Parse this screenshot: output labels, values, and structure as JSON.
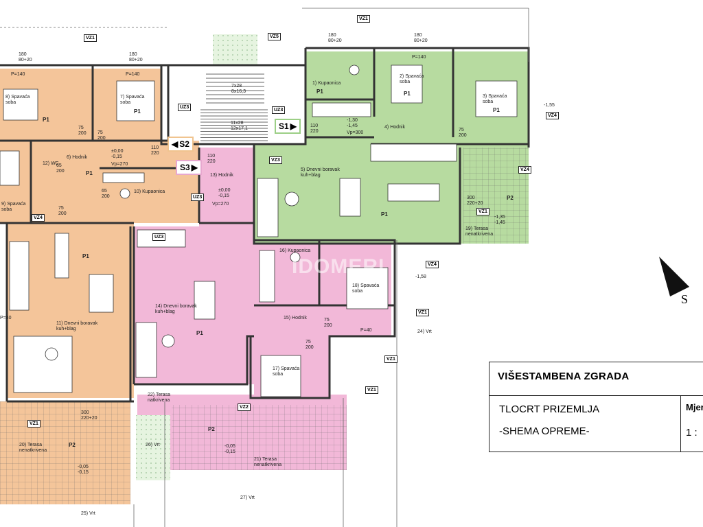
{
  "title_block": {
    "title": "VIŠESTAMBENA ZGRADA",
    "subtitle1": "TLOCRT PRIZEMLJA",
    "subtitle2": "-SHEMA OPREME-",
    "scale_label": "Mjer",
    "scale_value": "1 :"
  },
  "north": {
    "label": "S"
  },
  "watermark": "IDOMERI",
  "sections": {
    "s1": "S1",
    "s2": "S2",
    "s3": "S3"
  },
  "colors": {
    "orange_unit": "#f4c59a",
    "pink_unit": "#f2b8d8",
    "green_unit": "#b7dba0",
    "wall": "#333333"
  },
  "rooms": [
    {
      "id": "r1",
      "num": "1",
      "name": "Kupaonica",
      "sub": ""
    },
    {
      "id": "r2",
      "num": "2",
      "name": "Spavaća",
      "sub": "soba"
    },
    {
      "id": "r3",
      "num": "3",
      "name": "Spavaća",
      "sub": "soba"
    },
    {
      "id": "r4",
      "num": "4",
      "name": "Hodnik",
      "sub": ""
    },
    {
      "id": "r5",
      "num": "5",
      "name": "Dnevni boravak",
      "sub": "kuh+blag"
    },
    {
      "id": "r6",
      "num": "6",
      "name": "Hodnik",
      "sub": ""
    },
    {
      "id": "r7",
      "num": "7",
      "name": "Spavaća",
      "sub": "soba"
    },
    {
      "id": "r8",
      "num": "8",
      "name": "Spavaća",
      "sub": "soba"
    },
    {
      "id": "r9",
      "num": "9",
      "name": "Spavaća",
      "sub": "soba"
    },
    {
      "id": "r10",
      "num": "10",
      "name": "Kupaonica",
      "sub": ""
    },
    {
      "id": "r11",
      "num": "11",
      "name": "Dnevni boravak",
      "sub": "kuh+blag"
    },
    {
      "id": "r12",
      "num": "12",
      "name": "WC",
      "sub": ""
    },
    {
      "id": "r13",
      "num": "13",
      "name": "Hodnik",
      "sub": ""
    },
    {
      "id": "r14",
      "num": "14",
      "name": "Dnevni boravak",
      "sub": "kuh+blag"
    },
    {
      "id": "r15",
      "num": "15",
      "name": "Hodnik",
      "sub": ""
    },
    {
      "id": "r16",
      "num": "16",
      "name": "Kupaonica",
      "sub": ""
    },
    {
      "id": "r17",
      "num": "17",
      "name": "Spavaća",
      "sub": "soba"
    },
    {
      "id": "r18",
      "num": "18",
      "name": "Spavaća",
      "sub": "soba"
    },
    {
      "id": "r19",
      "num": "19",
      "name": "Terasa",
      "sub": "nenatkrivena"
    },
    {
      "id": "r20",
      "num": "20",
      "name": "Terasa",
      "sub": "nenatkrivena"
    },
    {
      "id": "r21",
      "num": "21",
      "name": "Terasa",
      "sub": "nenatkrivena"
    },
    {
      "id": "r22",
      "num": "22",
      "name": "Terasa",
      "sub": "natkrivena"
    },
    {
      "id": "r24",
      "num": "24",
      "name": "Vrt",
      "sub": ""
    },
    {
      "id": "r25",
      "num": "25",
      "name": "Vrt",
      "sub": ""
    },
    {
      "id": "r26",
      "num": "26",
      "name": "Vrt",
      "sub": ""
    },
    {
      "id": "r27",
      "num": "27",
      "name": "Vrt",
      "sub": ""
    }
  ],
  "unit_tags": [
    "P1",
    "P1",
    "P1",
    "P1",
    "P1",
    "P1",
    "P1",
    "P1",
    "P1",
    "P2",
    "P2",
    "P2"
  ],
  "door_dims": [
    "75\n200",
    "75\n200",
    "75\n200",
    "110\n220",
    "110\n220",
    "110\n220",
    "65\n200",
    "75\n200",
    "75\n200",
    "65\n200",
    "75\n200"
  ],
  "window_tags": [
    "VZ1",
    "VZ1",
    "VZ1",
    "VZ1",
    "VZ1",
    "VZ1",
    "VZ1",
    "VZ2",
    "VZ3",
    "VZ4",
    "VZ4",
    "VZ4",
    "VZ4",
    "VZ5",
    "UZ3",
    "UZ3",
    "UZ3",
    "UZ3"
  ],
  "levels": [
    {
      "id": "lv1",
      "text": "±0,00\n-0,15"
    },
    {
      "id": "lv2",
      "text": "±0,00\n-0,15"
    },
    {
      "id": "lv3",
      "text": "-1,30\n-1,45"
    },
    {
      "id": "lv4",
      "text": "-1,35\n-1,45"
    },
    {
      "id": "lv5",
      "text": "-0,05\n-0,15"
    },
    {
      "id": "lv6",
      "text": "-0,05\n-0,15"
    },
    {
      "id": "lv7",
      "text": "-1,55"
    },
    {
      "id": "lv8",
      "text": "-1,58"
    }
  ],
  "vp": [
    "Vp=270",
    "Vp=270",
    "Vp=300"
  ],
  "stair": {
    "t1": "7x28",
    "t2": "8x16,3",
    "t3": "11x28",
    "t4": "12x17,1"
  },
  "misc": {
    "p140": "P=140",
    "p40": "P=40",
    "win1": "180\n80+20",
    "win2": "300\n220+20"
  }
}
